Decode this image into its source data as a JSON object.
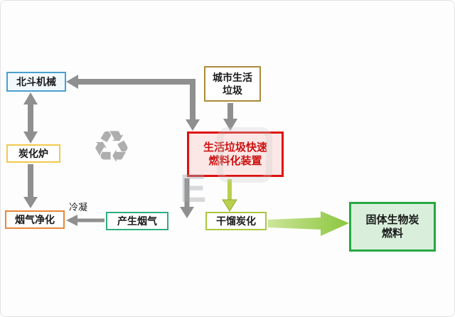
{
  "diagram": {
    "nodes": {
      "beidou": {
        "label": "北斗机械",
        "border": "#4aa0d0"
      },
      "city_waste": {
        "label": "城市生活\n垃圾",
        "border": "#ab8b3a"
      },
      "furnace": {
        "label": "炭化炉",
        "border": "#f2c94c"
      },
      "device": {
        "label": "生活垃圾快速\n燃料化装置",
        "border": "#dd1111",
        "text_color": "#cc1111",
        "fill": "#fbe7e5"
      },
      "purify": {
        "label": "烟气净化",
        "border": "#e8873a"
      },
      "flue_gas": {
        "label": "产生烟气",
        "border": "#2fae7e"
      },
      "distill": {
        "label": "干馏炭化",
        "border": "#a9c73e"
      },
      "biochar": {
        "label": "固体生物炭\n燃料",
        "border": "#28a845",
        "fill": "#d9efdb"
      }
    },
    "annotations": {
      "condense": "冷凝"
    },
    "icons": {
      "recycle": "♻"
    },
    "colors": {
      "arrow_gray": "#8f8f8f",
      "arrow_yellow_green": "#b9cf4e",
      "arrow_big_green_start": "#cce598",
      "arrow_big_green_end": "#8bc63f"
    },
    "watermark": {
      "letter": "E"
    }
  }
}
